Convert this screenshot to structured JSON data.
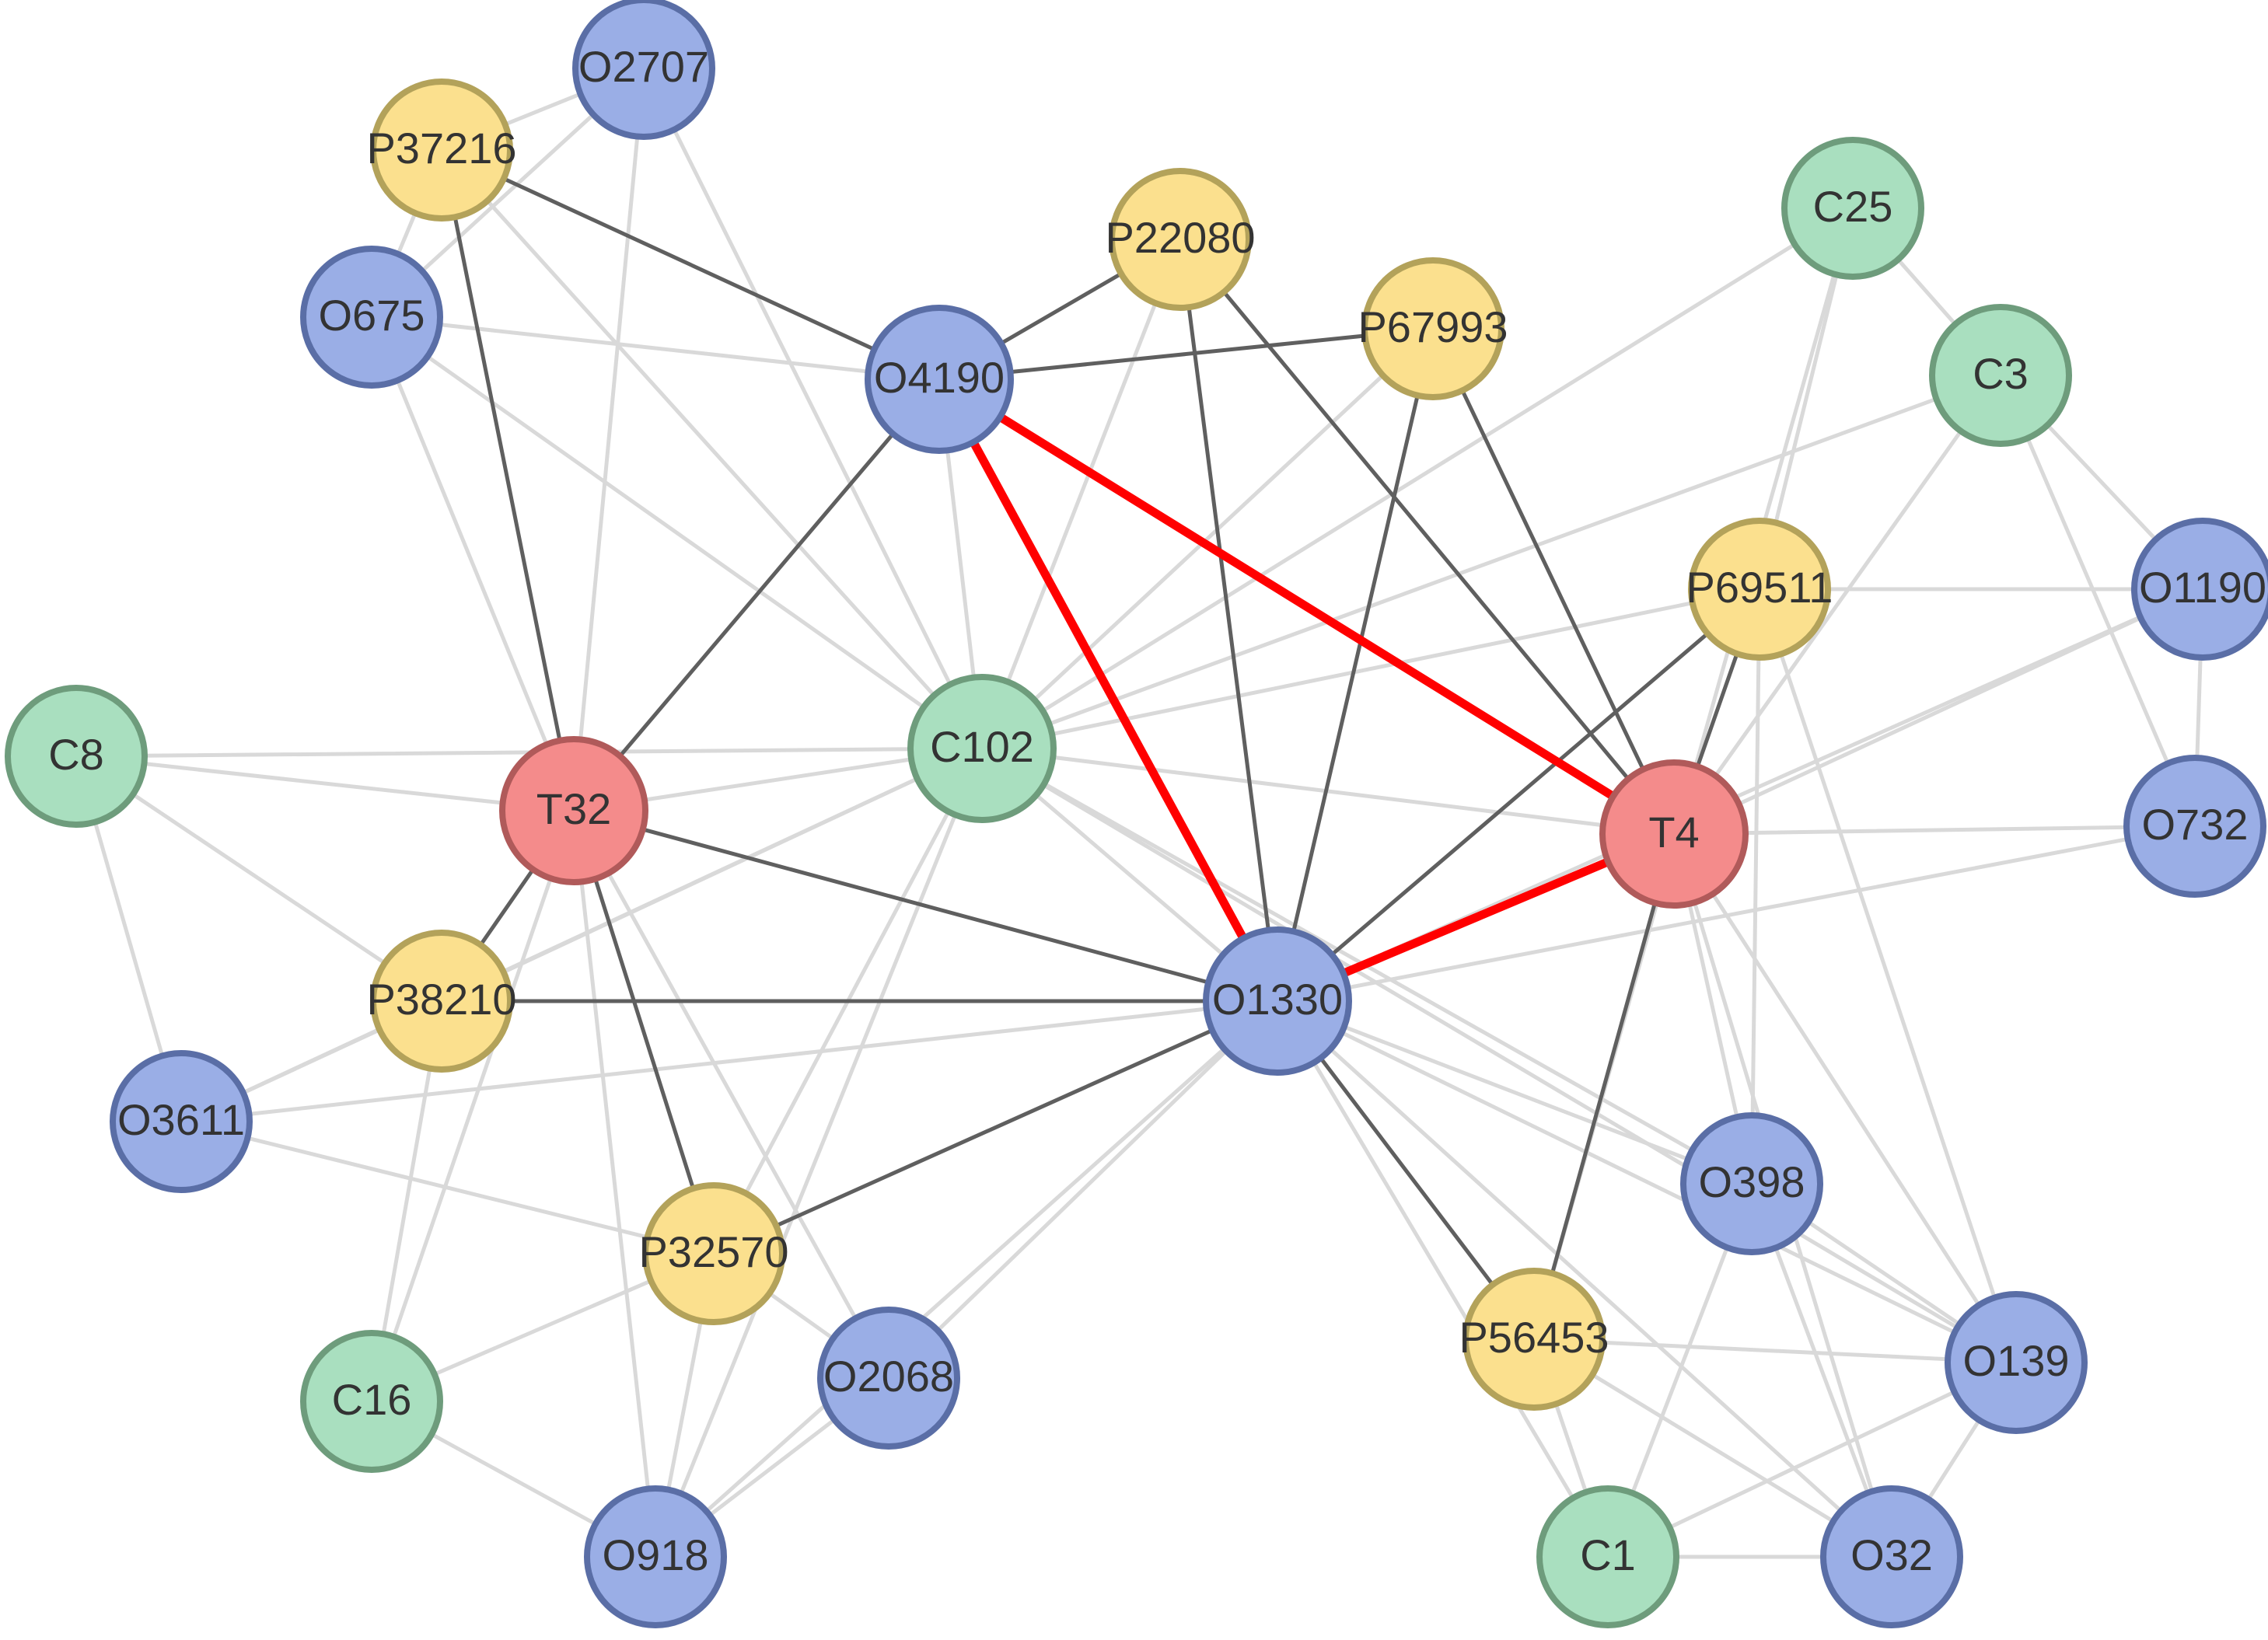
{
  "colors": {
    "C": {
      "fill": "#a9dfbf",
      "stroke": "#6e9c7c"
    },
    "O": {
      "fill": "#9aaee6",
      "stroke": "#5a6ea6"
    },
    "P": {
      "fill": "#fbe08e",
      "stroke": "#b3a25a"
    },
    "T": {
      "fill": "#f48b8b",
      "stroke": "#b05a5a"
    },
    "edge_light": "#d9d9d9",
    "edge_dark": "#5f5f5f",
    "edge_highlight": "#ff0000"
  },
  "nodes": [
    {
      "id": "O2707",
      "type": "O"
    },
    {
      "id": "P37216",
      "type": "P"
    },
    {
      "id": "O675",
      "type": "O"
    },
    {
      "id": "P22080",
      "type": "P"
    },
    {
      "id": "O4190",
      "type": "O"
    },
    {
      "id": "P67993",
      "type": "P"
    },
    {
      "id": "C25",
      "type": "C"
    },
    {
      "id": "C3",
      "type": "C"
    },
    {
      "id": "P69511",
      "type": "P"
    },
    {
      "id": "O1190",
      "type": "O"
    },
    {
      "id": "C8",
      "type": "C"
    },
    {
      "id": "T32",
      "type": "T"
    },
    {
      "id": "C102",
      "type": "C"
    },
    {
      "id": "T4",
      "type": "T"
    },
    {
      "id": "O732",
      "type": "O"
    },
    {
      "id": "O1330",
      "type": "O"
    },
    {
      "id": "P38210",
      "type": "P"
    },
    {
      "id": "O3611",
      "type": "O"
    },
    {
      "id": "O398",
      "type": "O"
    },
    {
      "id": "P32570",
      "type": "P"
    },
    {
      "id": "P56453",
      "type": "P"
    },
    {
      "id": "O139",
      "type": "O"
    },
    {
      "id": "C16",
      "type": "C"
    },
    {
      "id": "O2068",
      "type": "O"
    },
    {
      "id": "O918",
      "type": "O"
    },
    {
      "id": "C1",
      "type": "C"
    },
    {
      "id": "O32",
      "type": "O"
    }
  ],
  "edges_light": [
    [
      "P37216",
      "O2707"
    ],
    [
      "P37216",
      "O675"
    ],
    [
      "P37216",
      "C102"
    ],
    [
      "O2707",
      "O675"
    ],
    [
      "O2707",
      "C102"
    ],
    [
      "O2707",
      "T32"
    ],
    [
      "O675",
      "O4190"
    ],
    [
      "O675",
      "C102"
    ],
    [
      "O675",
      "T32"
    ],
    [
      "O4190",
      "C102"
    ],
    [
      "P22080",
      "C102"
    ],
    [
      "P67993",
      "C102"
    ],
    [
      "C25",
      "C3"
    ],
    [
      "C25",
      "C102"
    ],
    [
      "C25",
      "P69511"
    ],
    [
      "C25",
      "P56453"
    ],
    [
      "C3",
      "O1190"
    ],
    [
      "C3",
      "O732"
    ],
    [
      "C3",
      "C102"
    ],
    [
      "C3",
      "T4"
    ],
    [
      "P69511",
      "O1190"
    ],
    [
      "P69511",
      "C102"
    ],
    [
      "P69511",
      "O398"
    ],
    [
      "P69511",
      "O139"
    ],
    [
      "O1190",
      "O732"
    ],
    [
      "O1190",
      "O1330"
    ],
    [
      "O1190",
      "T4"
    ],
    [
      "C8",
      "T32"
    ],
    [
      "C8",
      "P38210"
    ],
    [
      "C8",
      "O3611"
    ],
    [
      "C8",
      "C102"
    ],
    [
      "T32",
      "C102"
    ],
    [
      "T32",
      "C16"
    ],
    [
      "T32",
      "O2068"
    ],
    [
      "T32",
      "O918"
    ],
    [
      "C102",
      "O1330"
    ],
    [
      "C102",
      "T4"
    ],
    [
      "C102",
      "P38210"
    ],
    [
      "C102",
      "P32570"
    ],
    [
      "C102",
      "O918"
    ],
    [
      "C102",
      "O398"
    ],
    [
      "C102",
      "O139"
    ],
    [
      "C102",
      "O3611"
    ],
    [
      "T4",
      "O732"
    ],
    [
      "T4",
      "O398"
    ],
    [
      "T4",
      "O139"
    ],
    [
      "T4",
      "O32"
    ],
    [
      "T4",
      "P56453"
    ],
    [
      "O1330",
      "O3611"
    ],
    [
      "O1330",
      "O398"
    ],
    [
      "O1330",
      "O139"
    ],
    [
      "O1330",
      "O32"
    ],
    [
      "O1330",
      "C1"
    ],
    [
      "O1330",
      "O2068"
    ],
    [
      "O1330",
      "O918"
    ],
    [
      "O1330",
      "O732"
    ],
    [
      "P38210",
      "O3611"
    ],
    [
      "P38210",
      "C16"
    ],
    [
      "O3611",
      "P32570"
    ],
    [
      "P32570",
      "C16"
    ],
    [
      "P32570",
      "O918"
    ],
    [
      "P32570",
      "O2068"
    ],
    [
      "C16",
      "O918"
    ],
    [
      "O2068",
      "O918"
    ],
    [
      "P56453",
      "O139"
    ],
    [
      "P56453",
      "C1"
    ],
    [
      "P56453",
      "O32"
    ],
    [
      "O398",
      "O139"
    ],
    [
      "O398",
      "O32"
    ],
    [
      "O398",
      "C1"
    ],
    [
      "O139",
      "C1"
    ],
    [
      "O139",
      "O32"
    ],
    [
      "C1",
      "O32"
    ]
  ],
  "edges_dark": [
    [
      "P37216",
      "O4190"
    ],
    [
      "P37216",
      "T32"
    ],
    [
      "O4190",
      "P22080"
    ],
    [
      "O4190",
      "P67993"
    ],
    [
      "O4190",
      "T32"
    ],
    [
      "P22080",
      "O1330"
    ],
    [
      "P22080",
      "T4"
    ],
    [
      "P67993",
      "O1330"
    ],
    [
      "P67993",
      "T4"
    ],
    [
      "P69511",
      "O1330"
    ],
    [
      "P69511",
      "T4"
    ],
    [
      "T32",
      "O1330"
    ],
    [
      "T32",
      "P38210"
    ],
    [
      "T32",
      "P32570"
    ],
    [
      "P38210",
      "O1330"
    ],
    [
      "P32570",
      "O1330"
    ],
    [
      "O1330",
      "P56453"
    ],
    [
      "T4",
      "P56453"
    ]
  ],
  "edges_highlight": [
    [
      "O4190",
      "O1330"
    ],
    [
      "O4190",
      "T4"
    ],
    [
      "O1330",
      "T4"
    ]
  ]
}
